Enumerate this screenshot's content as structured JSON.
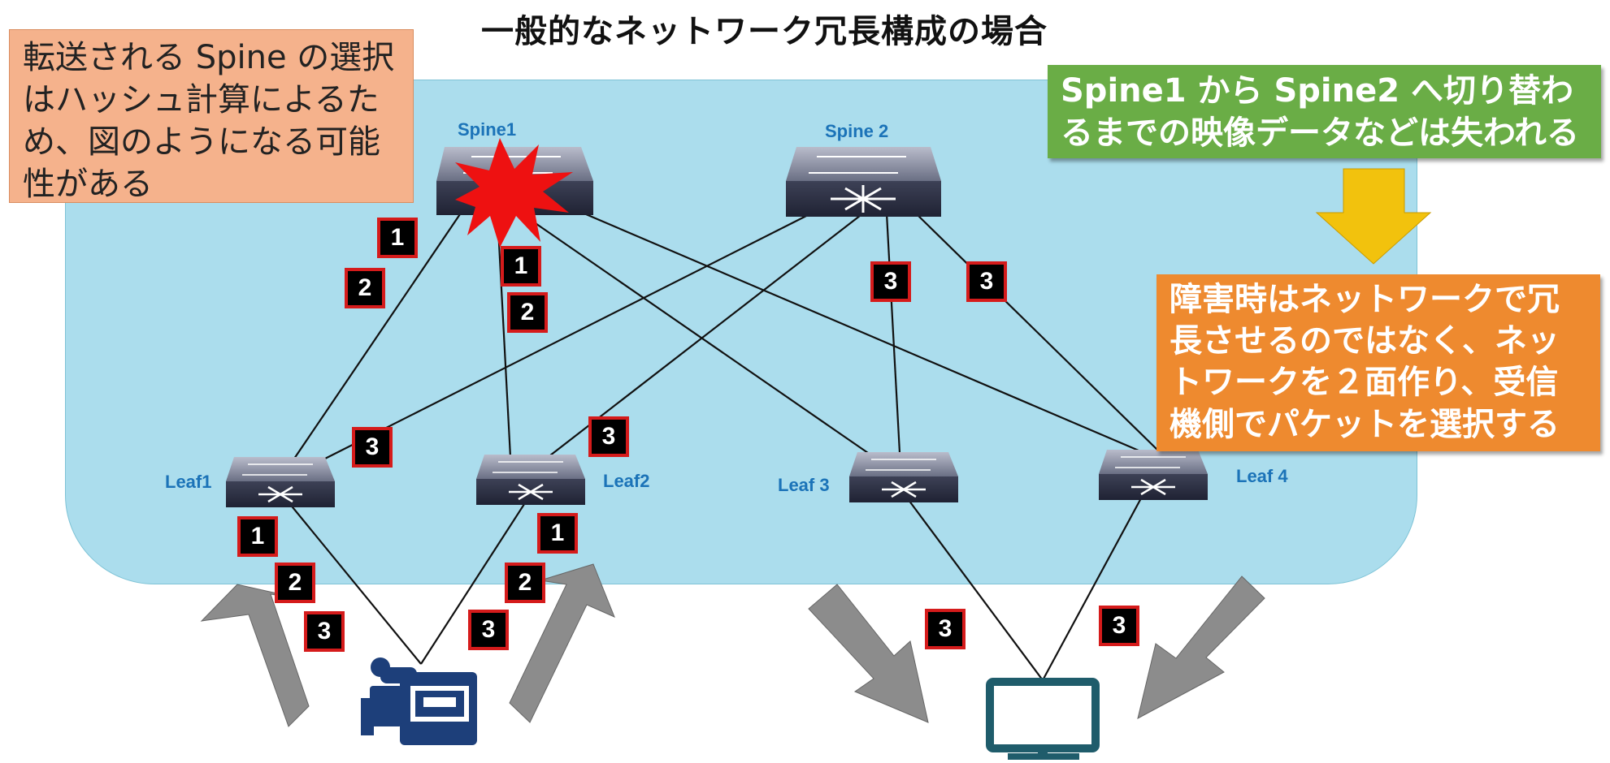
{
  "title": "一般的なネットワーク冗長構成の場合",
  "notes": {
    "left": "転送される Spine の選択はハッシュ計算によるため、図のようになる可能性がある",
    "green": "Spine1 から Spine2 へ切り替わるまでの映像データなどは失われる",
    "orange": "障害時はネットワークで冗長させるのではなく、ネットワークを２面作り、受信機側でパケットを選択する"
  },
  "nodes": {
    "spine1": "Spine1",
    "spine2": "Spine 2",
    "leaf1": "Leaf1",
    "leaf2": "Leaf2",
    "leaf3": "Leaf 3",
    "leaf4": "Leaf 4"
  },
  "badges": {
    "b1": "1",
    "b2": "2",
    "b3": "3"
  },
  "icons": [
    "explosion-icon",
    "camera-icon",
    "monitor-icon",
    "switch-icon",
    "arrow-icon"
  ],
  "colors": {
    "network_area": "#abdded",
    "note_left": "#f5b28c",
    "note_green": "#6aad46",
    "note_orange": "#ee8a2f",
    "badge_border": "#d51b1b",
    "label_blue": "#1b73b8",
    "device_blue": "#1d3f7a",
    "monitor_teal": "#1f5c6b"
  }
}
